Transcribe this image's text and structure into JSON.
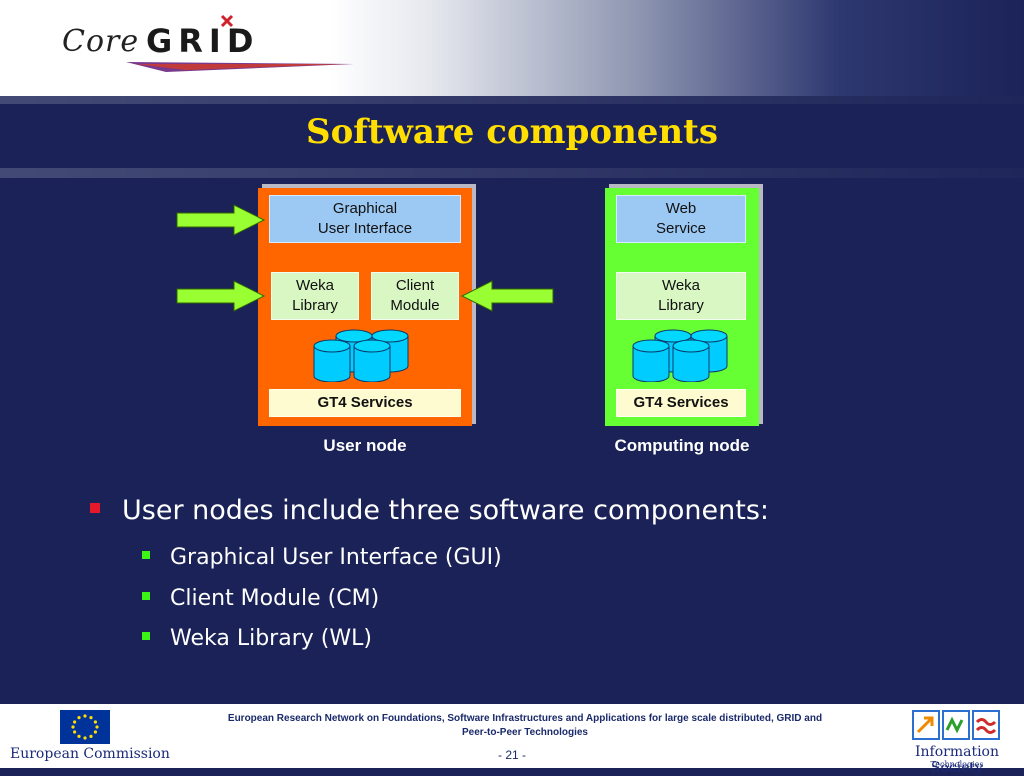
{
  "header": {
    "logo_core": "Core",
    "logo_grid": "GRID"
  },
  "title": "Software components",
  "diagram": {
    "user_node": {
      "label": "User node",
      "color": "#ff6600",
      "gui_label_line1": "Graphical",
      "gui_label_line2": "User Interface",
      "weka_line1": "Weka",
      "weka_line2": "Library",
      "client_line1": "Client",
      "client_line2": "Module",
      "gt4_label": "GT4 Services"
    },
    "computing_node": {
      "label": "Computing node",
      "color": "#66ff33",
      "web_line1": "Web",
      "web_line2": "Service",
      "weka_line1": "Weka",
      "weka_line2": "Library",
      "gt4_label": "GT4 Services"
    },
    "arrow_color": "#99ff33",
    "database_color": "#00ccff"
  },
  "bullets": {
    "main": "User nodes include three software components:",
    "items": [
      "Graphical User Interface (GUI)",
      "Client Module (CM)",
      "Weka Library (WL)"
    ]
  },
  "footer": {
    "left_label": "European Commission",
    "center_line1": "European Research Network on Foundations, Software Infrastructures and Applications for large scale distributed, GRID and",
    "center_line2": "Peer-to-Peer Technologies",
    "page": "- 21 -",
    "right_label": "Information Society",
    "right_sublabel": "Technologies"
  }
}
